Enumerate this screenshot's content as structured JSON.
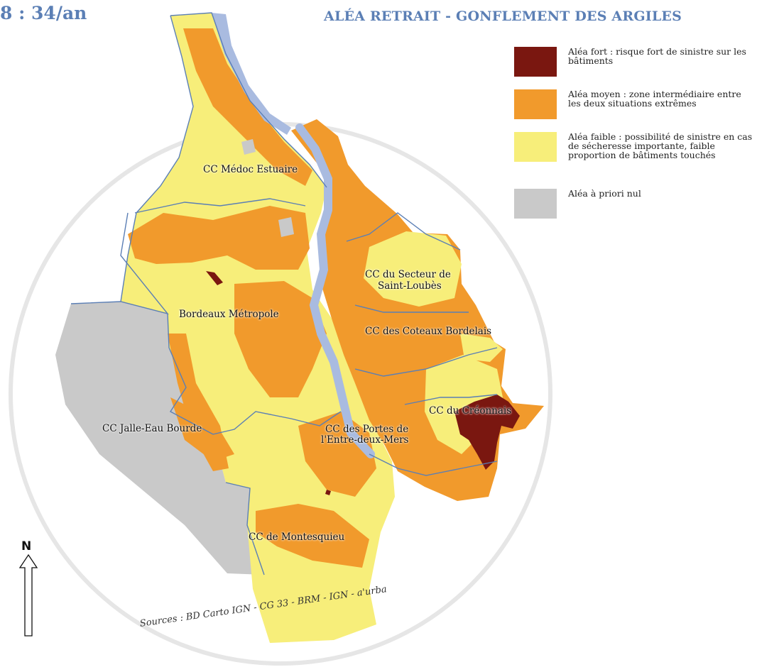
{
  "corner_stat": "8 : 34/an",
  "title": "ALÉA RETRAIT - GONFLEMENT DES ARGILES",
  "colors": {
    "strong": "#7a1710",
    "medium": "#f19a2c",
    "weak": "#f7ee7a",
    "none": "#c9c9c9",
    "river": "#a9bbe0",
    "boundary": "#5b7fb5",
    "circle": "#e6e6e6"
  },
  "legend": [
    {
      "key": "strong",
      "text": "Aléa fort : risque fort de sinistre sur les bâtiments"
    },
    {
      "key": "medium",
      "text": "Aléa moyen : zone intermédiaire entre les deux situations extrêmes"
    },
    {
      "key": "weak",
      "text": "Aléa faible : possibilité de sinistre en cas de sécheresse importante, faible proportion de bâtiments touchés"
    },
    {
      "key": "none",
      "text": "Aléa à priori nul"
    }
  ],
  "regions": {
    "medoc": "CC Médoc Estuaire",
    "saint_loubes_1": "CC du Secteur de",
    "saint_loubes_2": "Saint-Loubès",
    "bordeaux": "Bordeaux Métropole",
    "coteaux": "CC des Coteaux Bordelais",
    "creonnais": "CC du Créonnais",
    "jalle": "CC Jalle-Eau Bourde",
    "portes_1": "CC des Portes de",
    "portes_2": "l'Entre-deux-Mers",
    "montesquieu": "CC de Montesquieu"
  },
  "north": "N",
  "sources": "Sources : BD Carto IGN - CG 33 - BRM - IGN - a'urba"
}
